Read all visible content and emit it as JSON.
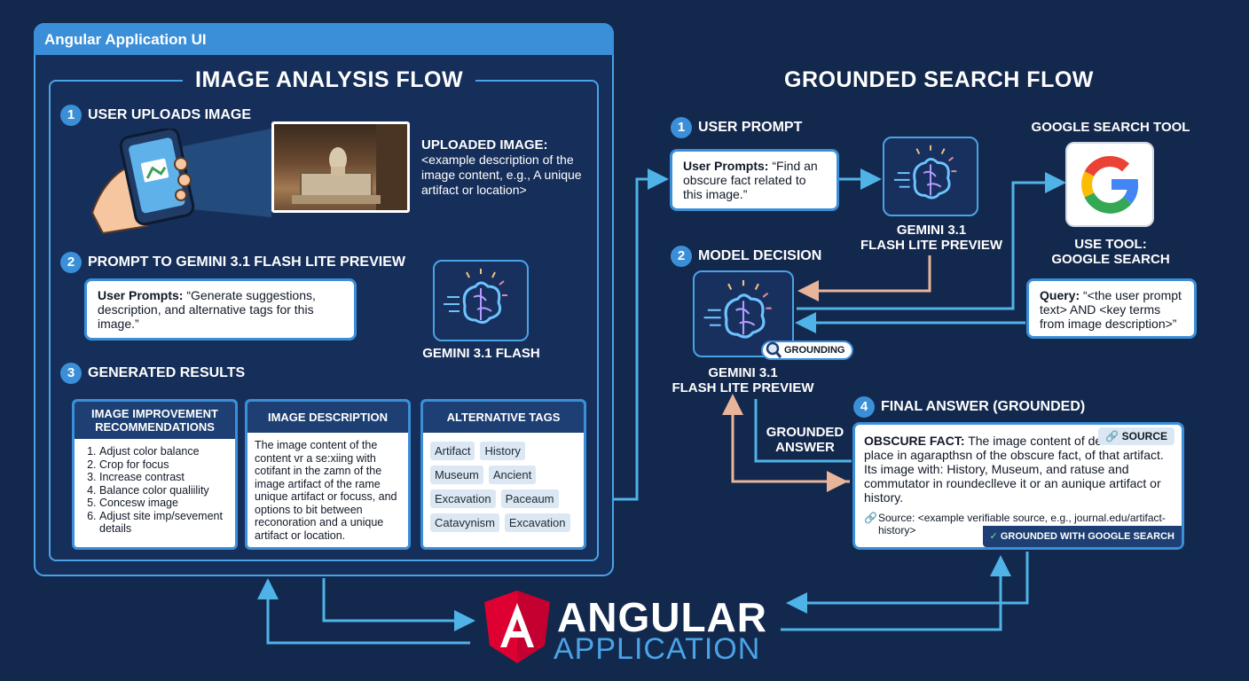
{
  "app_frame": {
    "title": "Angular Application UI"
  },
  "image_flow": {
    "title": "IMAGE ANALYSIS FLOW",
    "step1": {
      "number": "1",
      "label": "USER UPLOADS IMAGE"
    },
    "uploaded": {
      "heading": "UPLOADED IMAGE:",
      "text": "<example description of the image content, e.g., A unique artifact or location>"
    },
    "step2": {
      "number": "2",
      "label": "PROMPT TO GEMINI 3.1 FLASH LITE PREVIEW"
    },
    "prompt": {
      "prefix": "User Prompts:",
      "text": " “Generate suggestions, description, and alternative tags for this image.”"
    },
    "model_caption": "GEMINI 3.1 FLASH",
    "step3": {
      "number": "3",
      "label": "GENERATED RESULTS"
    },
    "recommendations": {
      "title": "IMAGE IMPROVEMENT RECOMMENDATIONS",
      "items": [
        "Adjust color balance",
        "Crop for focus",
        "Increase contrast",
        "Balance color qualiility",
        "Concesw image",
        "Adjust site imp/sevement details"
      ]
    },
    "description": {
      "title": "IMAGE DESCRIPTION",
      "text": "The image content of the content vr a se:xiing with cotifant in the zamn of the image artifact of the rame unique artifact or focuss, and options to bit between reconoration and a unique artifact or location."
    },
    "tags": {
      "title": "ALTERNATIVE TAGS",
      "items": [
        "Artifact",
        "History",
        "Museum",
        "Ancient",
        "Excavation",
        "Paceaum",
        "Catavynism",
        "Excavation"
      ]
    }
  },
  "search_flow": {
    "title": "GROUNDED SEARCH FLOW",
    "step1": {
      "number": "1",
      "label": "USER PROMPT"
    },
    "prompt": {
      "prefix": "User Prompts:",
      "text": " “Find an obscure fact related to this image.”"
    },
    "model_caption_top": "GEMINI 3.1\nFLASH LITE PREVIEW",
    "google_label": "GOOGLE SEARCH TOOL",
    "use_tool": "USE TOOL:\nGOOGLE SEARCH",
    "step2": {
      "number": "2",
      "label": "MODEL DECISION"
    },
    "grounding_badge": "GROUNDING",
    "model_caption_bottom": "GEMINI 3.1\nFLASH LITE PREVIEW",
    "query": {
      "prefix": "Query:",
      "text": " “<the user prompt text> AND <key terms from image description>”"
    },
    "grounded_answer_label": "GROUNDED\nANSWER",
    "step4": {
      "number": "4",
      "label": "FINAL ANSWER (GROUNDED)"
    },
    "answer": {
      "source_badge": "SOURCE",
      "prefix": "OBSCURE FACT:",
      "text": " The image content of denorimes a place in agarapthsn of the obscure fact, of that artifact. Its image with: History, Museum, and ratuse and commutator in roundeclleve it or an aunique artifact or history.",
      "source": "Source: <example verifiable source, e.g., journal.edu/artifact-history>",
      "grounded_strip": "GROUNDED WITH GOOGLE SEARCH"
    }
  },
  "angular": {
    "word1": "ANGULAR",
    "word2": "APPLICATION"
  },
  "colors": {
    "background": "#13284d",
    "accent": "#3b8fd9",
    "panel_header": "#1d3f73",
    "wire_blue": "#4fb3e8",
    "wire_peach": "#e8b49a",
    "angular_red": "#dd0031"
  }
}
